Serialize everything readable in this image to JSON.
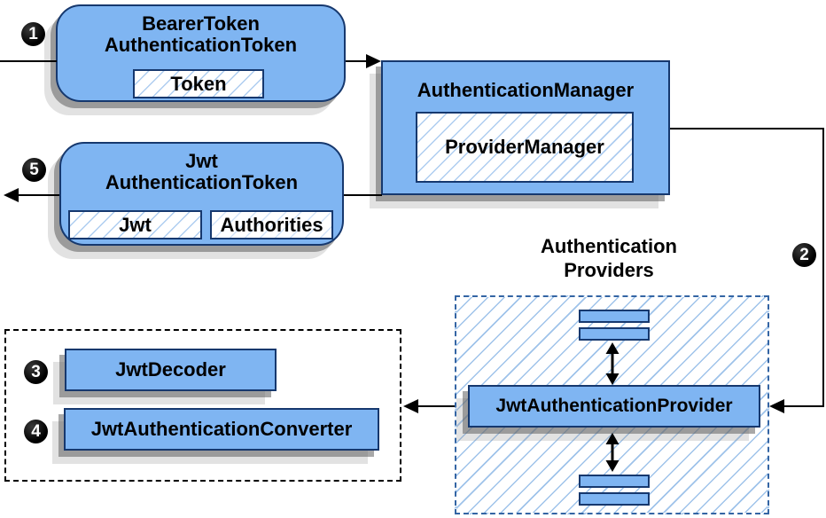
{
  "diagram": {
    "badges": {
      "step1": "1",
      "step2": "2",
      "step3": "3",
      "step4": "4",
      "step5": "5"
    },
    "bearer_box": {
      "title_line1": "BearerToken",
      "title_line2": "AuthenticationToken",
      "field": "Token"
    },
    "auth_manager_box": {
      "title": "AuthenticationManager",
      "inner": "ProviderManager"
    },
    "jwt_box": {
      "title_line1": "Jwt",
      "title_line2": "AuthenticationToken",
      "field1": "Jwt",
      "field2": "Authorities"
    },
    "providers_group": {
      "title_line1": "Authentication",
      "title_line2": "Providers",
      "provider_label": "JwtAuthenticationProvider"
    },
    "converter_group": {
      "decoder_label": "JwtDecoder",
      "converter_label": "JwtAuthenticationConverter"
    },
    "colors": {
      "node_fill": "#7fb5f2",
      "node_border": "#16386e",
      "hatch_line": "#9fc3ea",
      "providers_dashed_border": "#3465a4",
      "dotted_group_border": "#000000",
      "connector": "#000000",
      "badge_fill": "#000000",
      "badge_text": "#ffffff"
    }
  }
}
